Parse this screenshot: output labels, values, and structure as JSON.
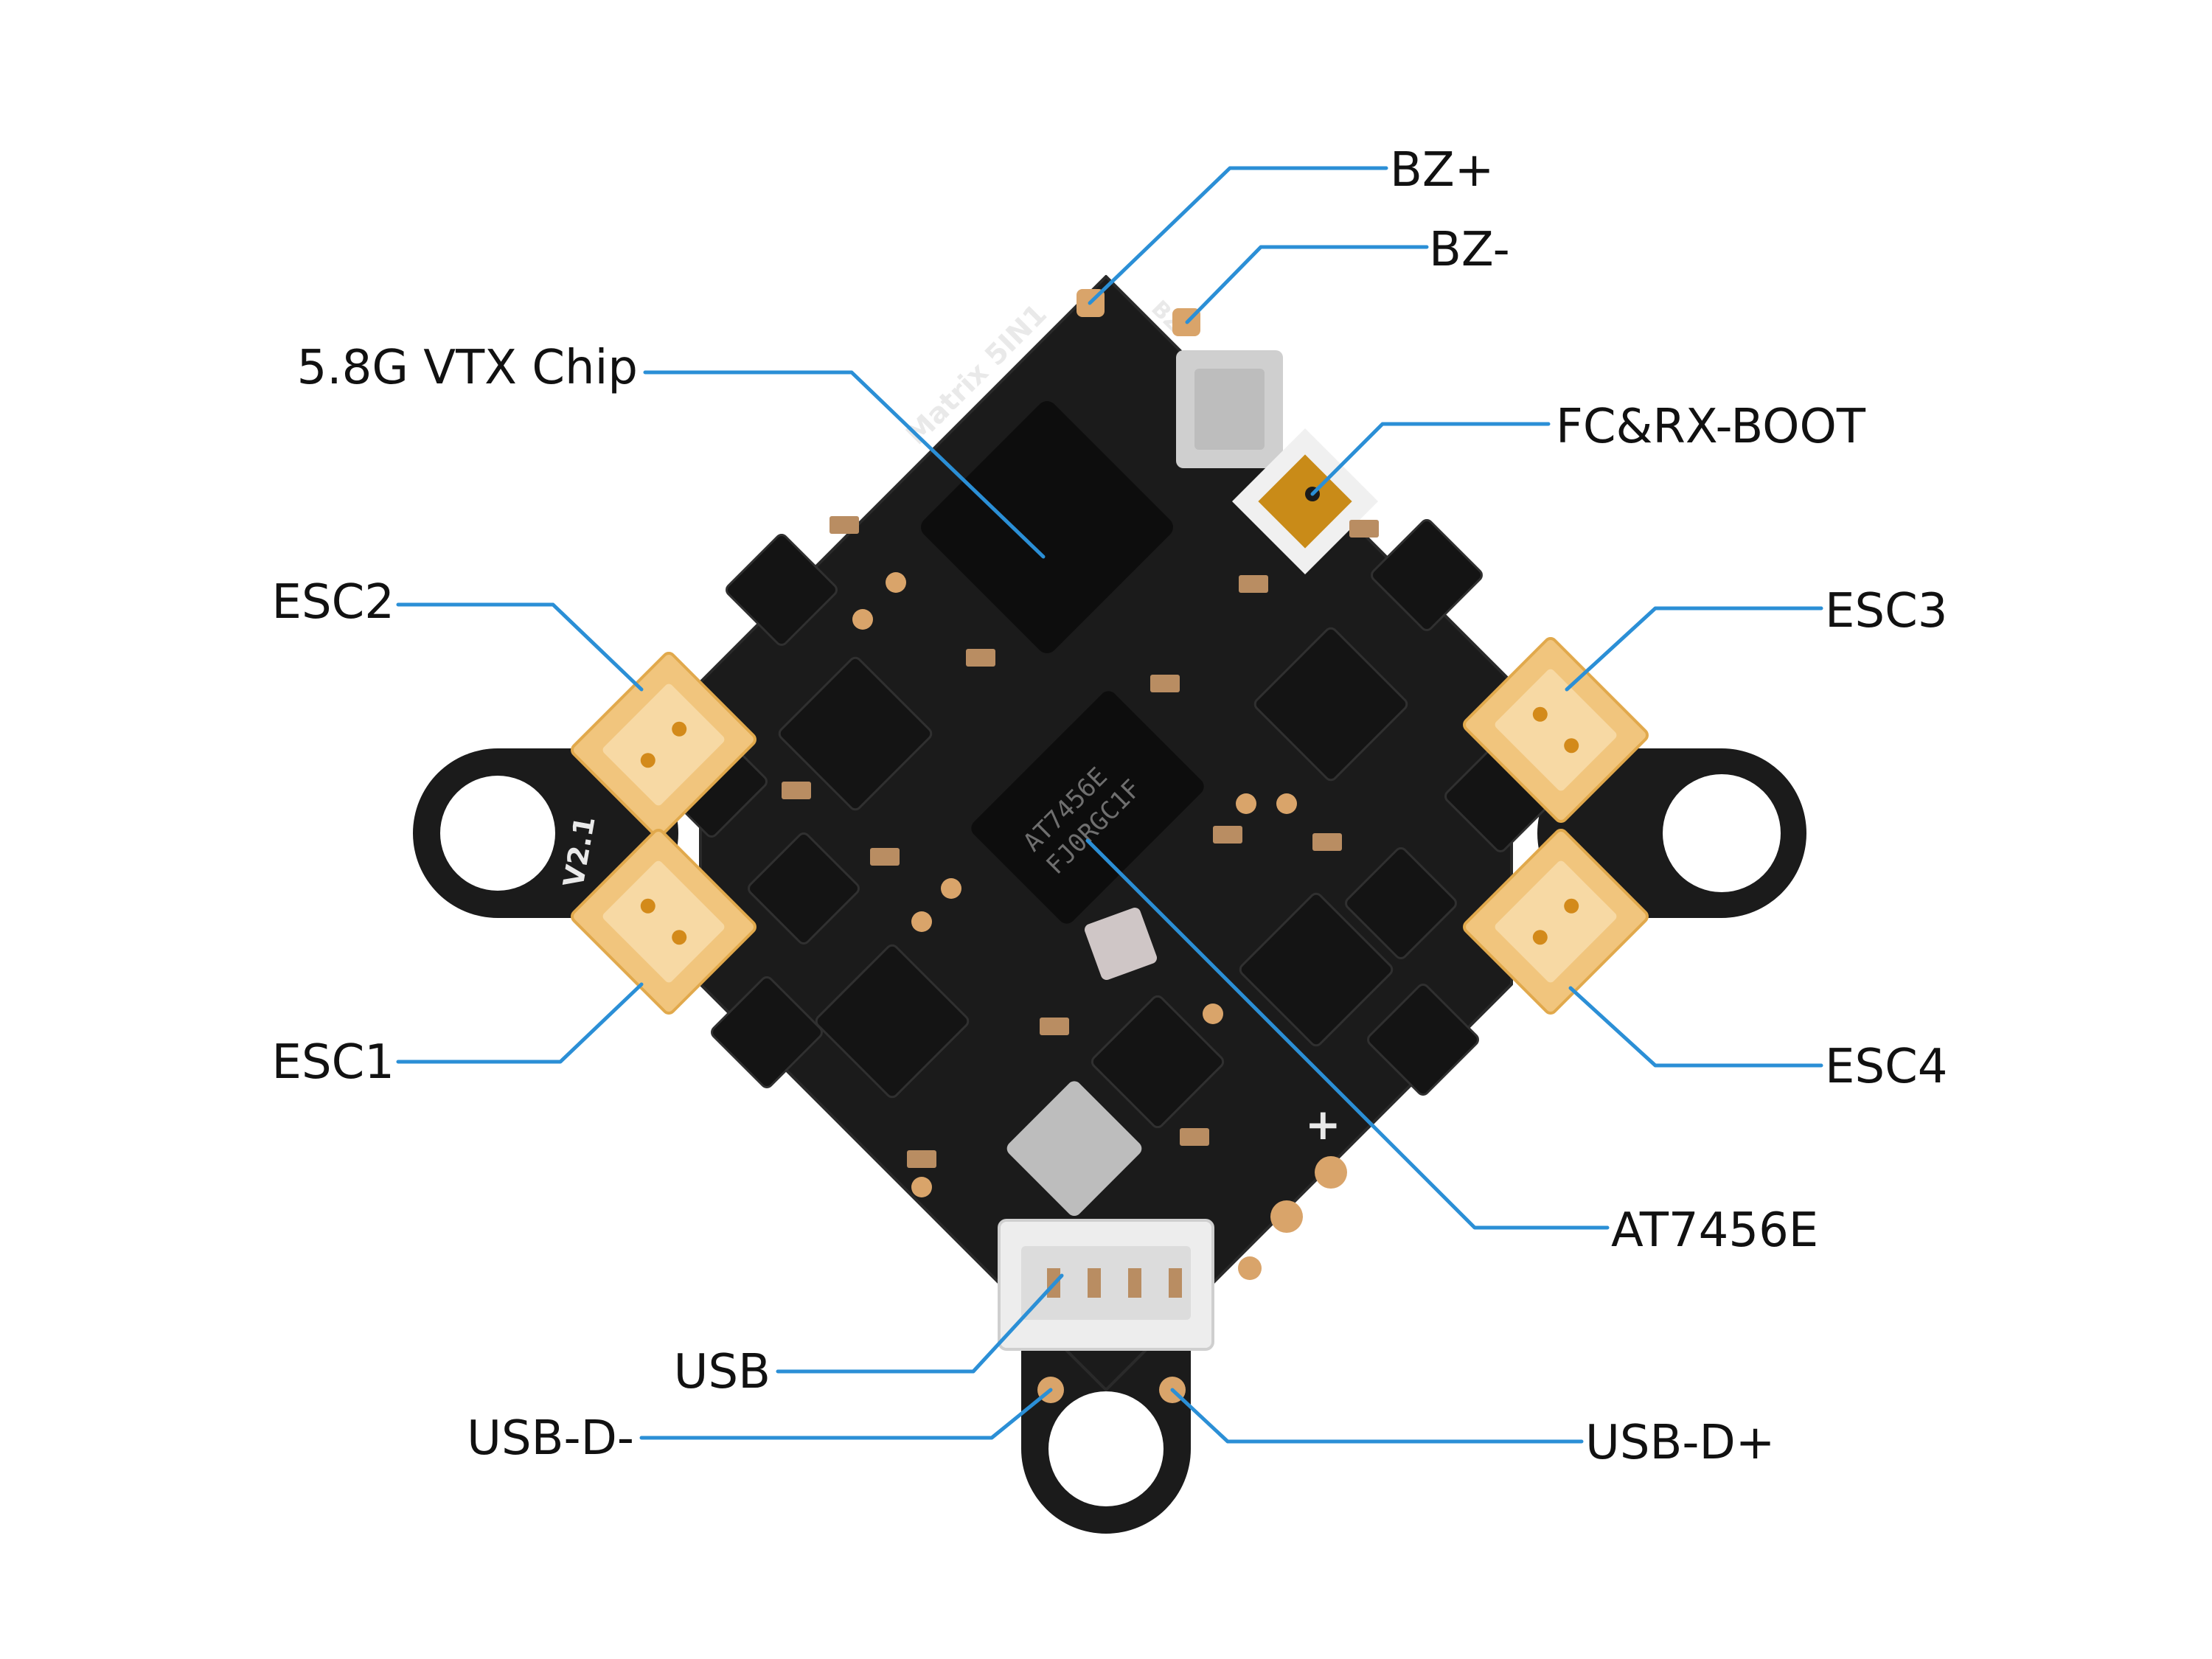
{
  "diagram": {
    "board_silkscreen": {
      "product": "Matrix 5IN1",
      "version": "V2.1",
      "buzzer_mark": "BZ",
      "plus_mark": "+",
      "osd_chip_marking": [
        "AT7456E",
        "FJ0RGC1F"
      ]
    },
    "colors": {
      "leader_line": "#2b8fd6",
      "board": "#1b1b1b",
      "connector": "#f1c57d",
      "pad": "#d9a46a",
      "label_text": "#111111"
    },
    "labels": {
      "bz_plus": "BZ+",
      "bz_minus": "BZ-",
      "vtx_chip": "5.8G VTX Chip",
      "fc_rx_boot": "FC&RX-BOOT",
      "esc2": "ESC2",
      "esc3": "ESC3",
      "esc1": "ESC1",
      "esc4": "ESC4",
      "at7456e": "AT7456E",
      "usb": "USB",
      "usb_d_minus": "USB-D-",
      "usb_d_plus": "USB-D+"
    }
  }
}
